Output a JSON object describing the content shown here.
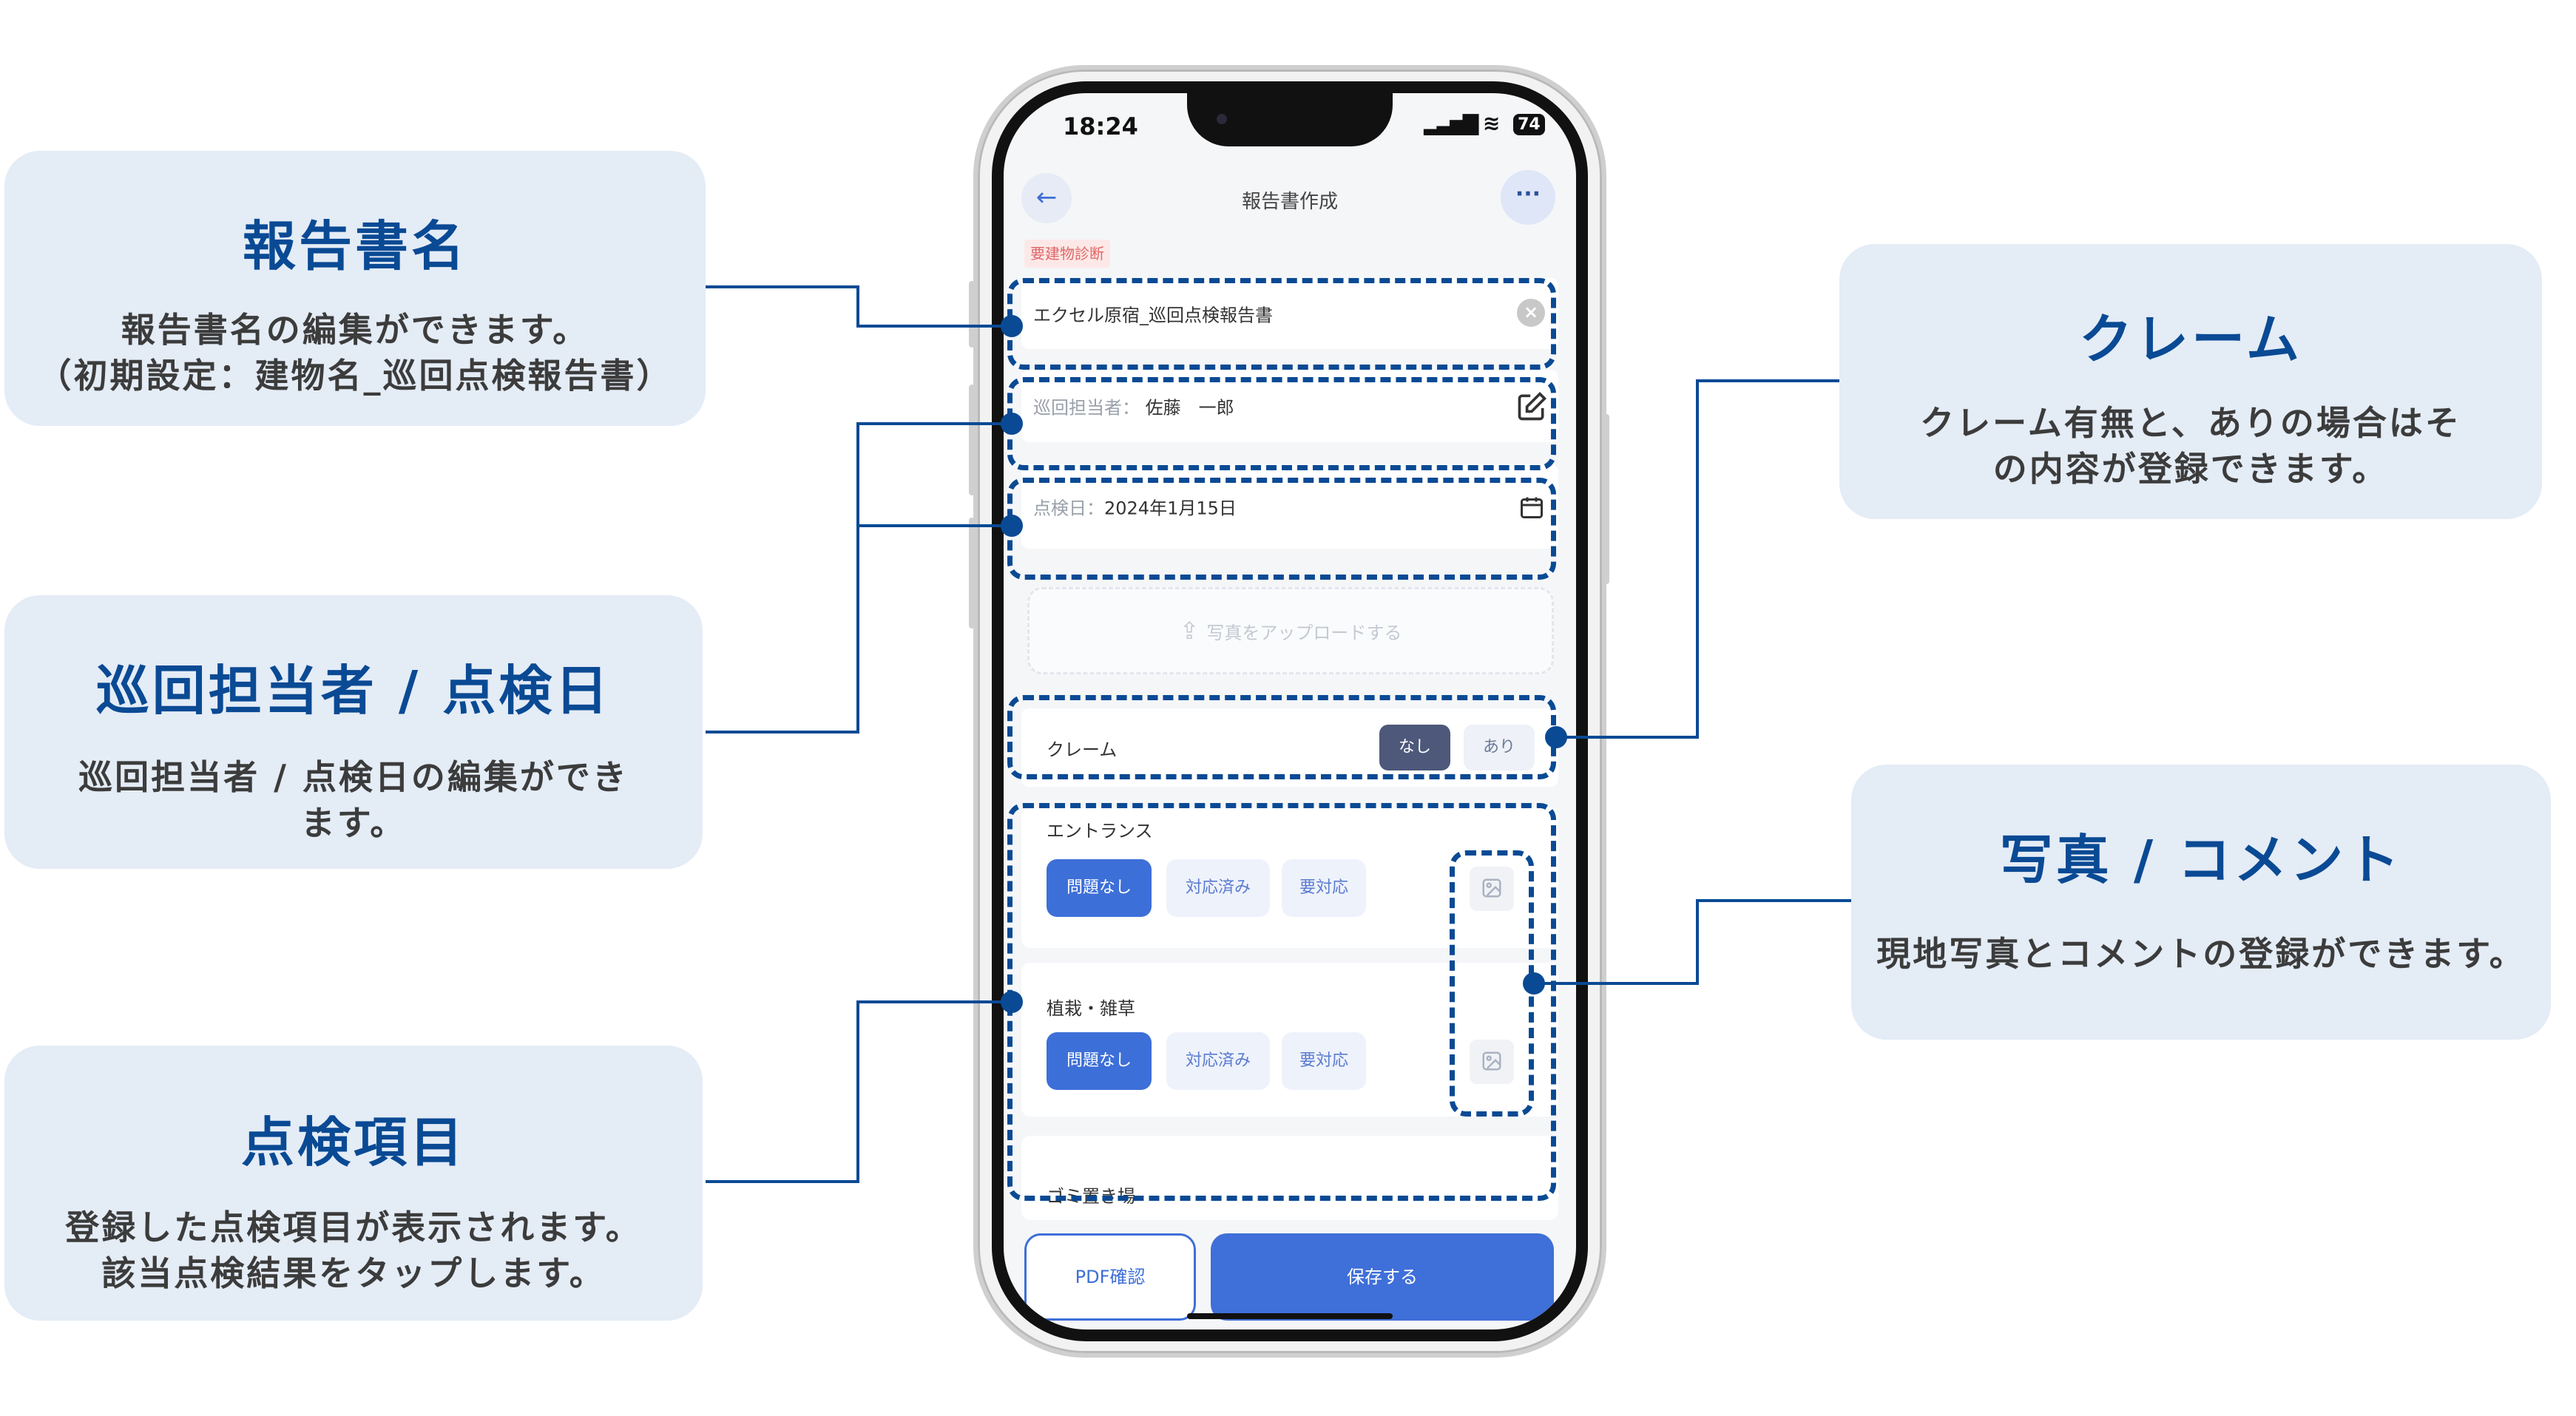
{
  "callouts": {
    "report_name": {
      "title": "報告書名",
      "desc": "報告書名の編集ができます。\n（初期設定：建物名_巡回点検報告書）"
    },
    "staff_date": {
      "title": "巡回担当者 / 点検日",
      "desc": "巡回担当者 / 点検日の編集ができ\nます。"
    },
    "items": {
      "title": "点検項目",
      "desc": "登録した点検項目が表示されます。\n該当点検結果をタップします。"
    },
    "claim": {
      "title": "クレーム",
      "desc": "クレーム有無と、ありの場合はそ\nの内容が登録できます。"
    },
    "photo": {
      "title": "写真 / コメント",
      "desc": "現地写真とコメントの登録ができます。"
    }
  },
  "status_bar": {
    "time": "18:24",
    "battery": "74"
  },
  "header": {
    "title": "報告書作成"
  },
  "form": {
    "required_badge": "要建物診断",
    "report_name": "エクセル原宿_巡回点検報告書",
    "staff_label": "巡回担当者：",
    "staff_value": "佐藤　一郎",
    "date_label": "点検日：",
    "date_value": "2024年1月15日",
    "upload_label": "写真をアップロードする"
  },
  "claim": {
    "label": "クレーム",
    "option_none": "なし",
    "option_yes": "あり"
  },
  "check_items": [
    {
      "title": "エントランス",
      "options": [
        "問題なし",
        "対応済み",
        "要対応"
      ]
    },
    {
      "title": "植栽・雑草",
      "options": [
        "問題なし",
        "対応済み",
        "要対応"
      ]
    },
    {
      "title": "ゴミ置き場"
    }
  ],
  "footer": {
    "pdf_label": "PDF確認",
    "save_label": "保存する"
  },
  "colors": {
    "accent": "#0a4a94",
    "primary": "#3f6fd8",
    "card_bg": "#e4ecf6"
  }
}
